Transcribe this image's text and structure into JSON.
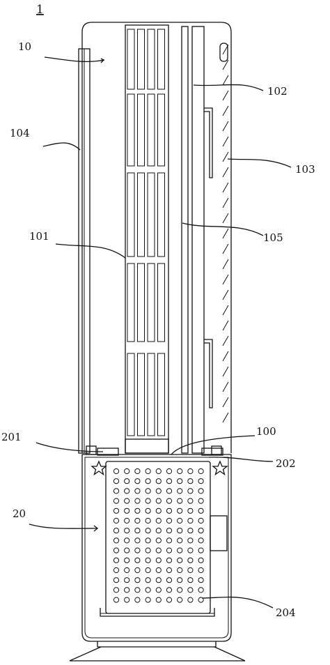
{
  "figure": {
    "title": "1",
    "labels": {
      "l10": "10",
      "l100": "100",
      "l101": "101",
      "l102": "102",
      "l103": "103",
      "l104": "104",
      "l105": "105",
      "l20": "20",
      "l201": "201",
      "l202": "202",
      "l204": "204"
    }
  }
}
